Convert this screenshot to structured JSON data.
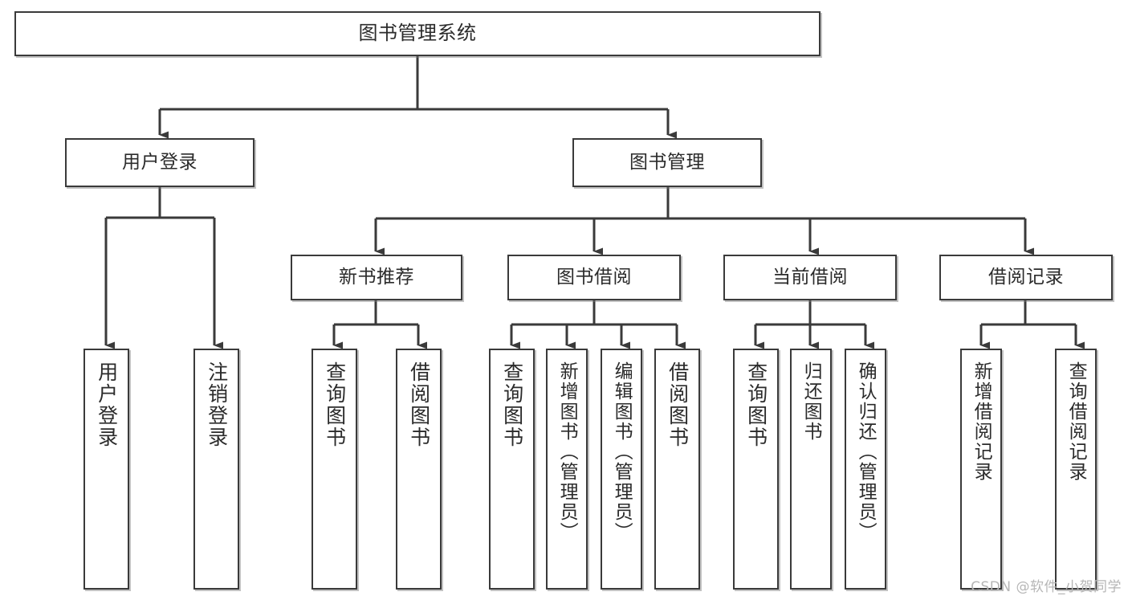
{
  "diagram": {
    "title": "图书管理系统",
    "type": "tree-hierarchy-chart",
    "colors": {
      "stroke": "#3a3a3a",
      "fill": "#ffffff",
      "background": "#ffffff",
      "watermark": "#b6b6b6"
    },
    "watermark": "CSDN @软件_小贺同学"
  },
  "nodes": {
    "root": {
      "label": "图书管理系统"
    },
    "level2": [
      {
        "id": "user-login",
        "label": "用户登录"
      },
      {
        "id": "book-management",
        "label": "图书管理"
      }
    ],
    "level3": [
      {
        "id": "new-book-recommend",
        "label": "新书推荐"
      },
      {
        "id": "book-borrow",
        "label": "图书借阅"
      },
      {
        "id": "current-borrow",
        "label": "当前借阅"
      },
      {
        "id": "borrow-record",
        "label": "借阅记录"
      }
    ],
    "leaves": {
      "user_login": [
        {
          "id": "leaf-user-login",
          "label": "用户登录"
        },
        {
          "id": "leaf-logout-login",
          "label": "注销登录"
        }
      ],
      "new_book_recommend": [
        {
          "id": "leaf-query-book-1",
          "label": "查询图书"
        },
        {
          "id": "leaf-borrow-book-1",
          "label": "借阅图书"
        }
      ],
      "book_borrow": [
        {
          "id": "leaf-query-book-2",
          "label": "查询图书"
        },
        {
          "id": "leaf-add-book",
          "label": "新增图书（管理员）"
        },
        {
          "id": "leaf-edit-book",
          "label": "编辑图书（管理员）"
        },
        {
          "id": "leaf-borrow-book-2",
          "label": "借阅图书"
        }
      ],
      "current_borrow": [
        {
          "id": "leaf-query-book-3",
          "label": "查询图书"
        },
        {
          "id": "leaf-return-book",
          "label": "归还图书"
        },
        {
          "id": "leaf-confirm-return",
          "label": "确认归还（管理员）"
        }
      ],
      "borrow_record": [
        {
          "id": "leaf-add-record",
          "label": "新增借阅记录"
        },
        {
          "id": "leaf-query-record",
          "label": "查询借阅记录"
        }
      ]
    }
  },
  "chart_data": {
    "type": "table",
    "title": "图书管理系统",
    "hierarchy": [
      {
        "node": "图书管理系统",
        "children": [
          {
            "node": "用户登录",
            "children": [
              {
                "node": "用户登录"
              },
              {
                "node": "注销登录"
              }
            ]
          },
          {
            "node": "图书管理",
            "children": [
              {
                "node": "新书推荐",
                "children": [
                  {
                    "node": "查询图书"
                  },
                  {
                    "node": "借阅图书"
                  }
                ]
              },
              {
                "node": "图书借阅",
                "children": [
                  {
                    "node": "查询图书"
                  },
                  {
                    "node": "新增图书（管理员）"
                  },
                  {
                    "node": "编辑图书（管理员）"
                  },
                  {
                    "node": "借阅图书"
                  }
                ]
              },
              {
                "node": "当前借阅",
                "children": [
                  {
                    "node": "查询图书"
                  },
                  {
                    "node": "归还图书"
                  },
                  {
                    "node": "确认归还（管理员）"
                  }
                ]
              },
              {
                "node": "借阅记录",
                "children": [
                  {
                    "node": "新增借阅记录"
                  },
                  {
                    "node": "查询借阅记录"
                  }
                ]
              }
            ]
          }
        ]
      }
    ]
  }
}
